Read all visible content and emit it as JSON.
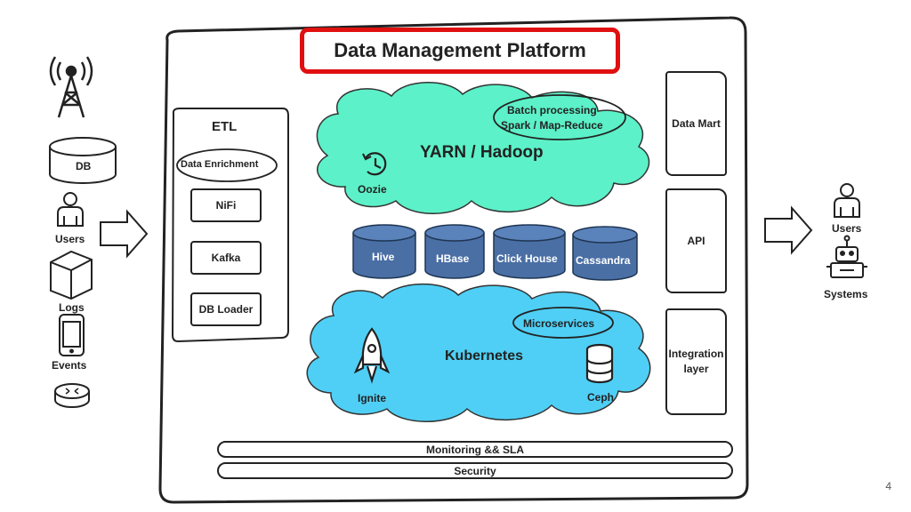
{
  "title": "Data Management Platform",
  "sources": {
    "db": "DB",
    "users": "Users",
    "logs": "Logs",
    "events": "Events"
  },
  "etl": {
    "title": "ETL",
    "enrichment": "Data Enrichment",
    "items": [
      "NiFi",
      "Kafka",
      "DB Loader"
    ]
  },
  "yarn": {
    "title": "YARN / Hadoop",
    "batch_line1": "Batch processing",
    "batch_line2": "Spark / Map-Reduce",
    "oozie": "Oozie",
    "color": "#5cf1c8"
  },
  "storage": {
    "items": [
      "Hive",
      "HBase",
      "Click House",
      "Cassandra"
    ],
    "color": "#4a6fa5"
  },
  "kubernetes": {
    "title": "Kubernetes",
    "microservices": "Microservices",
    "ignite": "Ignite",
    "ceph": "Ceph",
    "color": "#4fcff5"
  },
  "right_panels": {
    "data_mart": "Data Mart",
    "api": "API",
    "integration_line1": "Integration",
    "integration_line2": "layer"
  },
  "bars": {
    "monitoring": "Monitoring && SLA",
    "security": "Security"
  },
  "consumers": {
    "users": "Users",
    "systems": "Systems"
  },
  "page_number": "4"
}
